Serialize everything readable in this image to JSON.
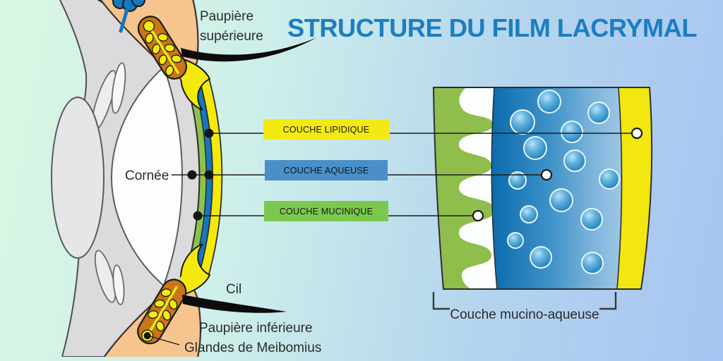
{
  "title": {
    "text": "STRUCTURE DU FILM LACRYMAL",
    "color": "#1b7ec2"
  },
  "anatomy": {
    "paupiere_superieure": [
      "Paupière",
      "supérieure"
    ],
    "cornee": "Cornée",
    "cil": "Cil",
    "paupiere_inferieure": "Paupière inférieure",
    "glandes_meibomius": "Glandes de Meibomius"
  },
  "layers": [
    {
      "id": "lipid",
      "label": "COUCHE LIPIDIQUE",
      "color": "#f4ea11"
    },
    {
      "id": "aqueous",
      "label": "COUCHE AQUEUSE",
      "color": "#4a8fc7"
    },
    {
      "id": "mucin",
      "label": "COUCHE MUCINIQUE",
      "color": "#7cc84e"
    }
  ],
  "bracket": {
    "label": "Couche mucino-aqueuse"
  },
  "palette": {
    "background_left": "#d9f7e3",
    "background_right": "#a7c4f2",
    "film_yellow": "#f4e90d",
    "film_blue": "#1577be",
    "film_green": "#8cc24e",
    "panel_green": "#8fbe4d",
    "panel_blue_dark": "#0c6cae",
    "panel_blue_light": "#9cc5e4",
    "eyelid_skin": "#f5c48f",
    "gland_orange": "#c97518",
    "eye_gray": "#dbdbdd"
  }
}
